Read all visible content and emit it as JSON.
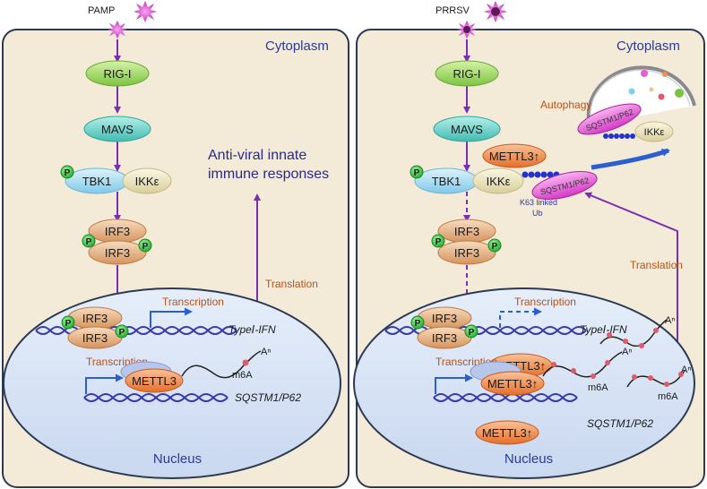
{
  "left_panel": {
    "stimulus": "PAMP",
    "compartment": "Cytoplasm",
    "nucleus": "Nucleus",
    "rig": "RIG-I",
    "mavs": "MAVS",
    "tbk1": "TBK1",
    "ikke": "IKKε",
    "irf3": "IRF3",
    "phospho": "P",
    "response": [
      "Anti-viral innate",
      "immune responses"
    ],
    "translation": "Translation",
    "transcription_ifn": "Transcription",
    "transcription_p62": "Transcription",
    "ifn_gene": "TypeⅠ-IFN",
    "mettl3": "METTL3",
    "m6a": "m6A",
    "polya": "Aⁿ",
    "p62_gene": "SQSTM1/P62"
  },
  "right_panel": {
    "stimulus": "PRRSV",
    "compartment": "Cytoplasm",
    "nucleus": "Nucleus",
    "rig": "RIG-I",
    "mavs": "MAVS",
    "mettl3_up": "METTL3↑",
    "tbk1": "TBK1",
    "ikke": "IKKε",
    "p62": "SQSTM1/P62",
    "k63": [
      "K63 linked",
      "Ub"
    ],
    "autophagy": "Autophagy",
    "auto_p62": "SQSTM1/P62",
    "auto_ikke": "IKKε",
    "irf3": "IRF3",
    "phospho": "P",
    "translation": "Translation",
    "transcription_ifn": "Transcription",
    "transcription_p62": "Transcription",
    "ifn_gene": "TypeⅠ-IFN",
    "m6a": "m6A",
    "polya": "Aⁿ",
    "p62_gene": "SQSTM1/P62"
  },
  "colors": {
    "cell_fill": "#f3ead8",
    "cell_stroke": "#2b3a52",
    "nucleus_fill": "#d6e2f4",
    "arrow_purple": "#7a2fb0",
    "arrow_blue": "#2b5fd0",
    "rig_green": "#a8dc6a",
    "mavs_cyan": "#6fd3cc",
    "tbk1_blue": "#aee0f4",
    "ikke_beige": "#efe8c4",
    "irf3_tan": "#e9b98a",
    "mettl3_orange": "#f0904c",
    "p62_magenta": "#e85ad8",
    "p_green": "#3cc83c",
    "ub_blue": "#2233cc",
    "m6a_red": "#e05a6a",
    "pamp_pink": "#d94ad0"
  }
}
